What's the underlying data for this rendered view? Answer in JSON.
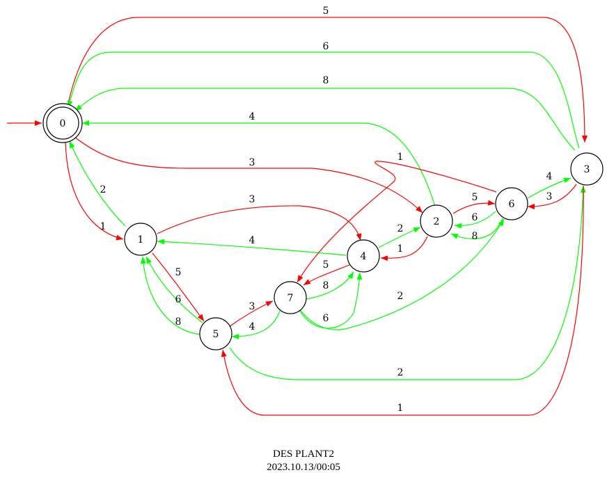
{
  "caption": {
    "title": "DES PLANT2",
    "timestamp": "2023.10.13/00:05"
  },
  "colors": {
    "controllable": "#ff0000",
    "uncontrollable": "#00ff00",
    "node_stroke": "#000000"
  },
  "initial_state": "0",
  "marked_states": [
    "0"
  ],
  "states": [
    {
      "id": "s0",
      "label": "0"
    },
    {
      "id": "s1",
      "label": "1"
    },
    {
      "id": "s2",
      "label": "2"
    },
    {
      "id": "s3",
      "label": "3"
    },
    {
      "id": "s4",
      "label": "4"
    },
    {
      "id": "s5",
      "label": "5"
    },
    {
      "id": "s6",
      "label": "6"
    },
    {
      "id": "s7",
      "label": "7"
    }
  ],
  "transitions": [
    {
      "id": "t0_3_5",
      "from": "0",
      "to": "3",
      "label": "5",
      "color": "red"
    },
    {
      "id": "t3_0_6",
      "from": "3",
      "to": "0",
      "label": "6",
      "color": "green"
    },
    {
      "id": "t3_0_8",
      "from": "3",
      "to": "0",
      "label": "8",
      "color": "green"
    },
    {
      "id": "t2_0_4",
      "from": "2",
      "to": "0",
      "label": "4",
      "color": "green"
    },
    {
      "id": "t0_2_3",
      "from": "0",
      "to": "2",
      "label": "3",
      "color": "red"
    },
    {
      "id": "t0_1_1",
      "from": "0",
      "to": "1",
      "label": "1",
      "color": "red"
    },
    {
      "id": "t1_0_2",
      "from": "1",
      "to": "0",
      "label": "2",
      "color": "green"
    },
    {
      "id": "t1_4_3",
      "from": "1",
      "to": "4",
      "label": "3",
      "color": "red"
    },
    {
      "id": "t4_1_4",
      "from": "4",
      "to": "1",
      "label": "4",
      "color": "green"
    },
    {
      "id": "t1_5_5",
      "from": "1",
      "to": "5",
      "label": "5",
      "color": "red"
    },
    {
      "id": "t5_1_6",
      "from": "5",
      "to": "1",
      "label": "6",
      "color": "green"
    },
    {
      "id": "t5_1_8",
      "from": "5",
      "to": "1",
      "label": "8",
      "color": "green"
    },
    {
      "id": "t5_7_3",
      "from": "5",
      "to": "7",
      "label": "3",
      "color": "red"
    },
    {
      "id": "t7_5_4",
      "from": "7",
      "to": "5",
      "label": "4",
      "color": "green"
    },
    {
      "id": "t4_7_5",
      "from": "4",
      "to": "7",
      "label": "5",
      "color": "red"
    },
    {
      "id": "t7_4_8",
      "from": "7",
      "to": "4",
      "label": "8",
      "color": "green"
    },
    {
      "id": "t7_4_6",
      "from": "7",
      "to": "4",
      "label": "6",
      "color": "green"
    },
    {
      "id": "t4_2_2",
      "from": "4",
      "to": "2",
      "label": "2",
      "color": "green"
    },
    {
      "id": "t2_4_1",
      "from": "2",
      "to": "4",
      "label": "1",
      "color": "red"
    },
    {
      "id": "t2_6_5",
      "from": "2",
      "to": "6",
      "label": "5",
      "color": "red"
    },
    {
      "id": "t6_2_6",
      "from": "6",
      "to": "2",
      "label": "6",
      "color": "green"
    },
    {
      "id": "t6_2_8",
      "from": "6",
      "to": "2",
      "label": "8",
      "color": "green"
    },
    {
      "id": "t6_3_4",
      "from": "6",
      "to": "3",
      "label": "4",
      "color": "green"
    },
    {
      "id": "t3_6_3",
      "from": "3",
      "to": "6",
      "label": "3",
      "color": "red"
    },
    {
      "id": "t6_7_1",
      "from": "6",
      "to": "7",
      "label": "1",
      "color": "red"
    },
    {
      "id": "t7_6_2",
      "from": "7",
      "to": "6",
      "label": "2",
      "color": "green"
    },
    {
      "id": "t5_3_2",
      "from": "5",
      "to": "3",
      "label": "2",
      "color": "green"
    },
    {
      "id": "t3_5_1",
      "from": "3",
      "to": "5",
      "label": "1",
      "color": "red"
    }
  ]
}
